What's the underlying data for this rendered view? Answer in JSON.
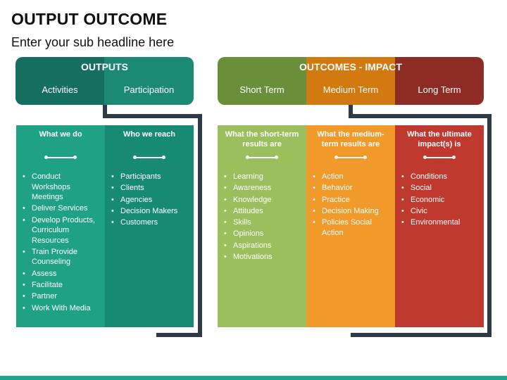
{
  "page": {
    "title": "OUTPUT OUTCOME",
    "subtitle": "Enter your sub headline here"
  },
  "outputs": {
    "header": "OUTPUTS",
    "columns": [
      {
        "label": "Activities",
        "heading": "What we do",
        "color": "#1fa283",
        "items": [
          "Conduct Workshops Meetings",
          "Deliver Services",
          "Develop Products, Curriculum Resources",
          "Train Provide Counseling",
          "Assess",
          "Facilitate",
          "Partner",
          "Work With Media"
        ]
      },
      {
        "label": "Participation",
        "heading": "Who we reach",
        "color": "#178a73",
        "items": [
          "Participants",
          "Clients",
          "Agencies",
          "Decision Makers",
          "Customers"
        ]
      }
    ]
  },
  "outcomes": {
    "header": "OUTCOMES - IMPACT",
    "columns": [
      {
        "label": "Short Term",
        "heading": "What the short-term results are",
        "color": "#9abf5c",
        "items": [
          "Learning",
          "Awareness",
          "Knowledge",
          "Attitudes",
          "Skills",
          "Opinions",
          "Aspirations",
          "Motivations"
        ]
      },
      {
        "label": "Medium Term",
        "heading": "What the medium-term results are",
        "color": "#f19a2a",
        "items": [
          "Action",
          "Behavior",
          "Practice",
          "Decision Making",
          "Policies Social Action"
        ]
      },
      {
        "label": "Long Term",
        "heading": "What the ultimate impact(s) is",
        "color": "#c0392f",
        "items": [
          "Conditions",
          "Social",
          "Economic",
          "Civic",
          "Environmental"
        ]
      }
    ]
  },
  "colors": {
    "outputs_header_dark": "#156f5e",
    "outputs_header_light": "#1c8a72",
    "short_term_header": "#6a8f3a",
    "medium_term_header": "#d2790f",
    "long_term_header": "#8e2b25",
    "connector": "#2f3a48",
    "footer": "#1aa88a"
  }
}
